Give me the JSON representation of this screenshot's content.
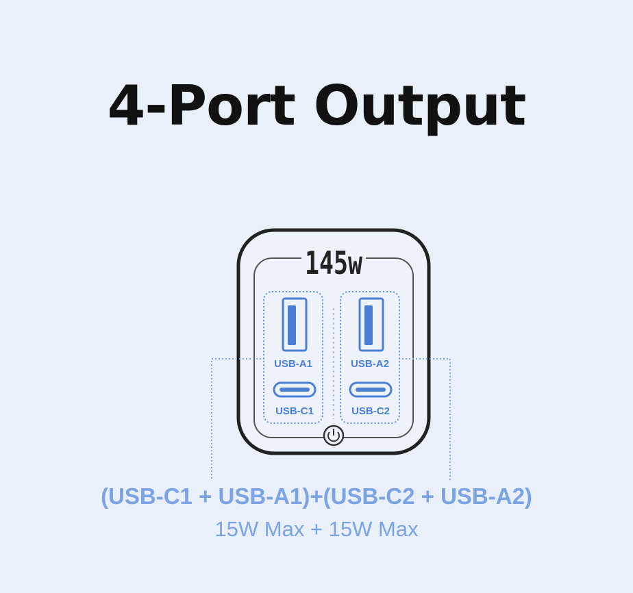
{
  "title": "4-Port Output",
  "device": {
    "wattage_label": "145w",
    "ports": {
      "a1": "USB-A1",
      "a2": "USB-A2",
      "c1": "USB-C1",
      "c2": "USB-C2"
    },
    "power_icon": "power-button-icon"
  },
  "caption": {
    "line1": "(USB-C1 + USB-A1)+(USB-C2 + USB-A2)",
    "line2": "15W Max + 15W Max"
  },
  "colors": {
    "background": "#e9f0fa",
    "accent": "#4a7fd6",
    "caption": "#7ba3e6",
    "outline": "#222222"
  }
}
